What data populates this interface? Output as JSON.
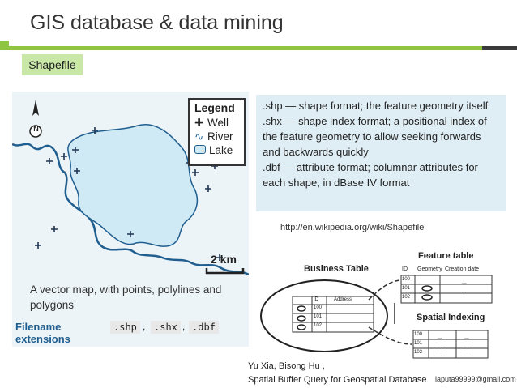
{
  "slide": {
    "title": "GIS database & data mining",
    "badge": "Shapefile"
  },
  "map": {
    "legend_title": "Legend",
    "legend_items": [
      "Well",
      "River",
      "Lake"
    ],
    "north_label": "N",
    "scale_label": "2 km",
    "caption": "A vector map, with points, polylines and polygons",
    "filename_label_1": "Filename",
    "filename_label_2": "extensions",
    "extensions": [
      ".shp",
      ".shx",
      ".dbf"
    ]
  },
  "info": {
    "lines": [
      ".shp — shape format; the feature geometry itself",
      ".shx — shape index format; a positional index of the feature geometry to allow seeking forwards and backwards quickly",
      ".dbf — attribute format; columnar attributes for each shape, in dBase IV format"
    ]
  },
  "source_url": "http://en.wikipedia.org/wiki/Shapefile",
  "diagram": {
    "business_table": "Business Table",
    "feature_table": "Feature table",
    "spatial_indexing": "Spatial Indexing",
    "col_id": "ID",
    "col_geometry": "Geometry",
    "col_creation": "Creation date",
    "col_address": "Address",
    "rows": [
      "100",
      "101",
      "102"
    ],
    "dots": "..."
  },
  "citation": {
    "authors": "Yu Xia, Bisong Hu ,",
    "title": "Spatial Buffer Query for Geospatial Database"
  },
  "email": "laputa99999@gmail.com",
  "colors": {
    "accent": "#8ec641",
    "badge": "#c9e7a6",
    "info_bg": "#dfeef5",
    "lake": "#cfe9f5",
    "river": "#1f5e8f"
  }
}
